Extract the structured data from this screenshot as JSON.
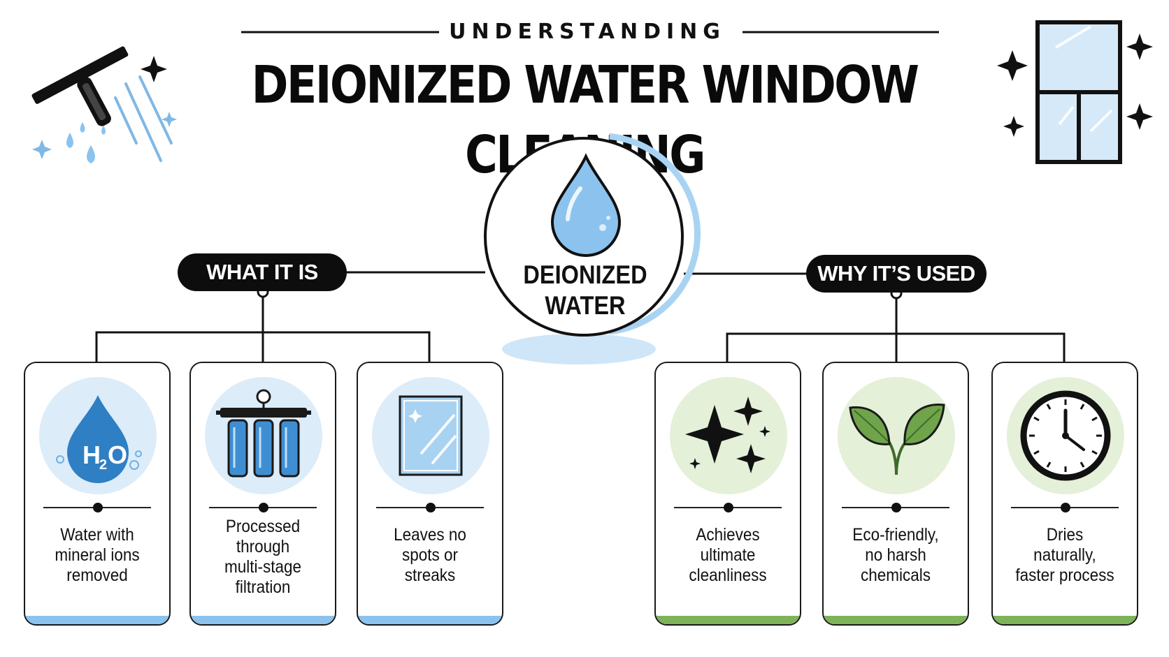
{
  "header": {
    "eyebrow": "UNDERSTANDING",
    "title": "DEIONIZED WATER WINDOW CLEANING"
  },
  "center": {
    "label_line1": "DEIONIZED",
    "label_line2": "WATER"
  },
  "branches": {
    "left": {
      "label": "WHAT IT IS"
    },
    "right": {
      "label": "WHY IT’S USED"
    }
  },
  "cards": [
    {
      "icon": "h2o-drop-icon",
      "icon_text": "H",
      "icon_sub": "2",
      "icon_tail": "O",
      "lines": [
        "Water with",
        "mineral ions",
        "removed"
      ]
    },
    {
      "icon": "filter-system-icon",
      "lines": [
        "Processed",
        "through",
        "multi-stage",
        "filtration"
      ]
    },
    {
      "icon": "clean-window-icon",
      "lines": [
        "Leaves no",
        "spots or",
        "streaks"
      ]
    },
    {
      "icon": "sparkles-icon",
      "lines": [
        "Achieves",
        "ultimate",
        "cleanliness"
      ]
    },
    {
      "icon": "leaves-icon",
      "lines": [
        "Eco-friendly,",
        "no harsh",
        "chemicals"
      ]
    },
    {
      "icon": "clock-icon",
      "lines": [
        "Dries",
        "naturally,",
        "faster process"
      ]
    }
  ],
  "colors": {
    "ink": "#111111",
    "water_blue": "#8cc3ee",
    "water_blue_light": "#dcecf9",
    "eco_green": "#7fb35a",
    "eco_green_light": "#e4f0d8"
  }
}
